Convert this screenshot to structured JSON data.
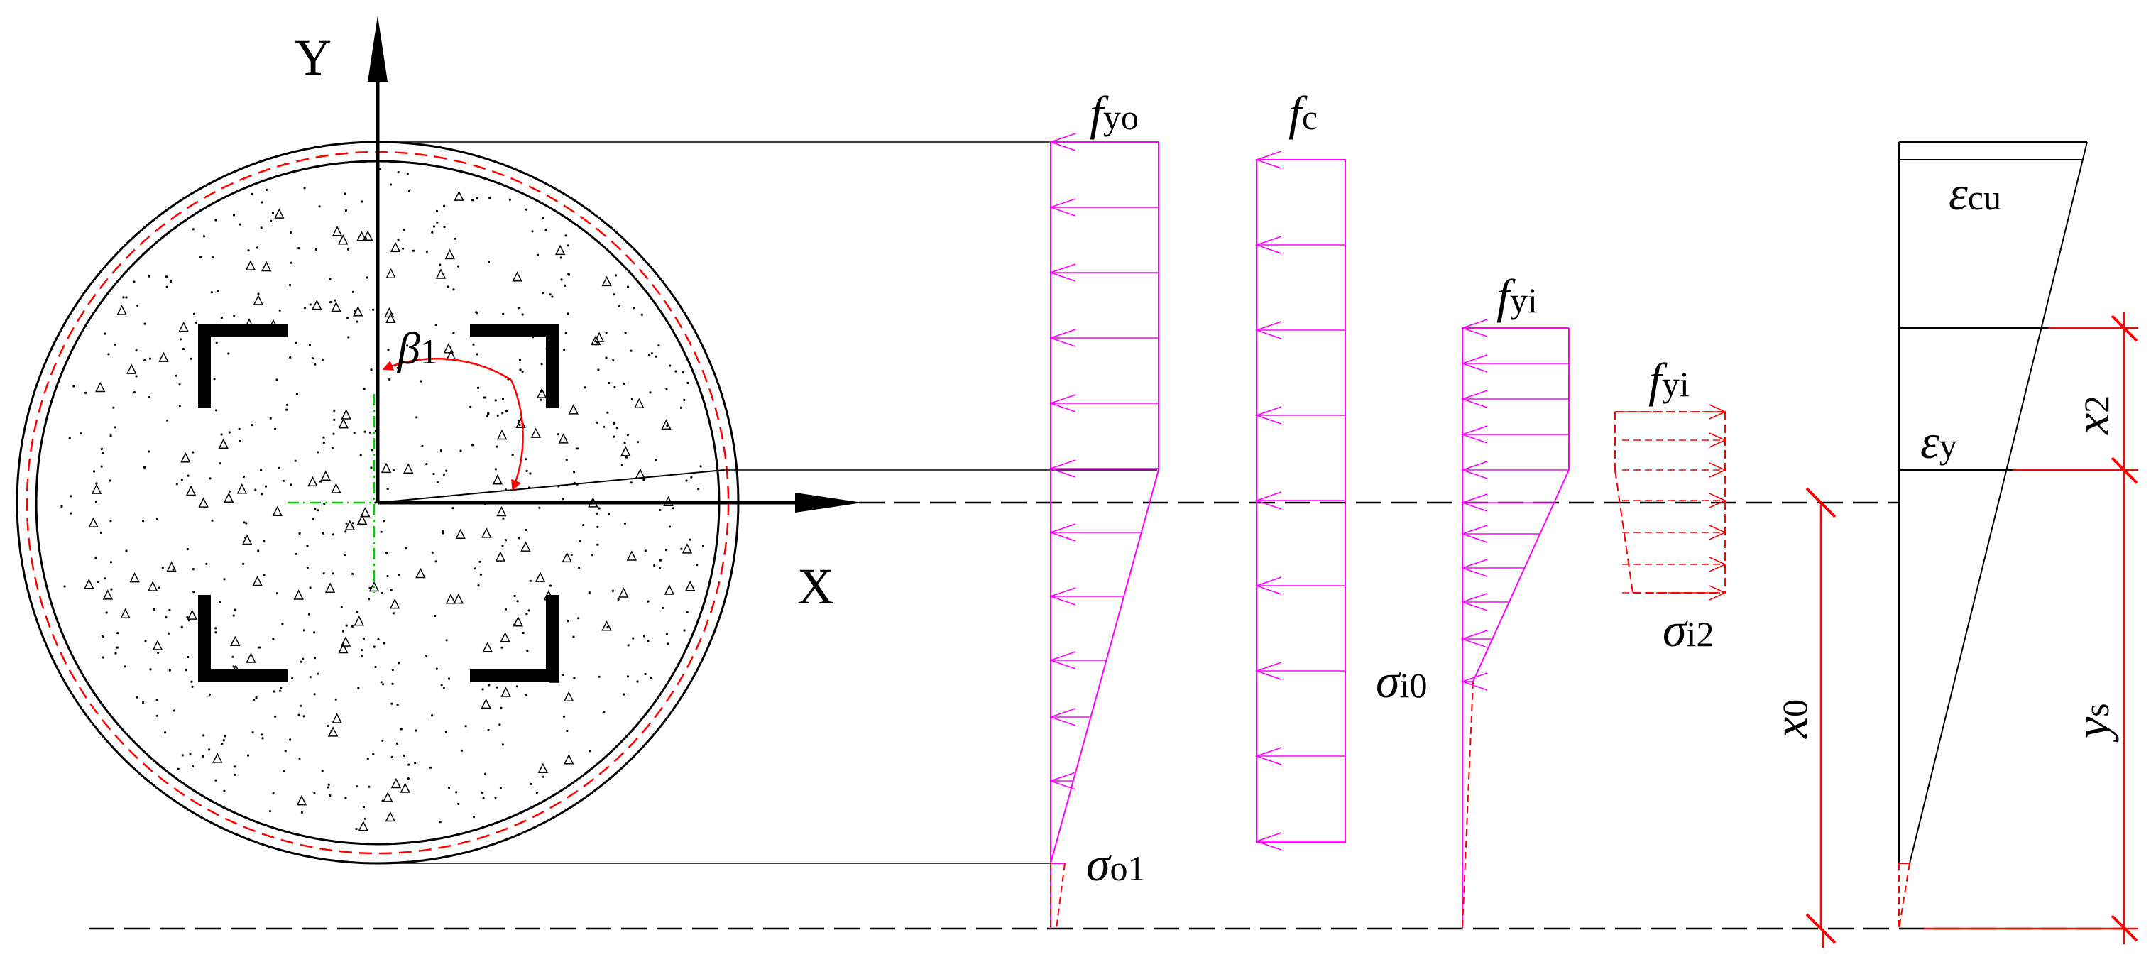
{
  "section": {
    "axis_y_label": "Y",
    "axis_x_label": "X",
    "angle_symbol": "β",
    "angle_subscript": "1"
  },
  "stress_outer": {
    "top_symbol": "f",
    "top_subscript": "yo",
    "bottom_symbol": "σ",
    "bottom_subscript": "o1"
  },
  "stress_concrete": {
    "top_symbol": "f",
    "top_subscript": "c"
  },
  "stress_inner": {
    "top_symbol": "f",
    "top_subscript": "yi",
    "bottom_symbol": "σ",
    "bottom_subscript": "i0"
  },
  "stress_inner_tension": {
    "top_symbol": "f",
    "top_subscript": "yi",
    "bottom_symbol": "σ",
    "bottom_subscript": "i2"
  },
  "dimensions": {
    "x0_symbol": "x",
    "x0_subscript": "0",
    "x2_symbol": "x",
    "x2_subscript": "2",
    "ys_symbol": "y",
    "ys_subscript": "s"
  },
  "strain": {
    "ecu_symbol": "ε",
    "ecu_subscript": "cu",
    "ey_symbol": "ε",
    "ey_subscript": "y"
  },
  "colors": {
    "stress": "#ff00ff",
    "dimension": "#ff0000",
    "centerline": "#00cc00",
    "line": "#000000"
  }
}
